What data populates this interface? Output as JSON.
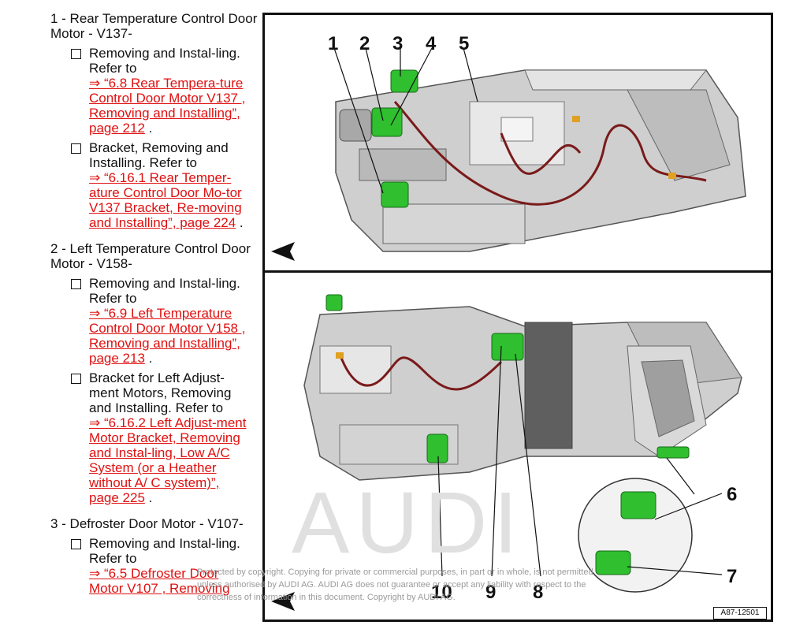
{
  "items": [
    {
      "title": "1 - Rear Temperature Control Door Motor - V137-",
      "subs": [
        {
          "text": "Removing and Instal-ling. Refer to",
          "link": "⇒ “6.8  Rear Tempera-ture Control Door Motor V137 , Removing and Installing”, page 212",
          "end": " ."
        },
        {
          "text": "Bracket, Removing and Installing. Refer to",
          "link": "⇒ “6.16.1 Rear Temper-ature Control Door Mo-tor V137 Bracket, Re-moving and Installing”, page 224",
          "end": " ."
        }
      ]
    },
    {
      "title": "2 - Left Temperature Control Door Motor - V158-",
      "subs": [
        {
          "text": "Removing and Instal-ling. Refer to",
          "link": "⇒ “6.9  Left Temperature Control Door Motor V158 , Removing and Installing”, page 213",
          "end": " ."
        },
        {
          "text": "Bracket for Left Adjust-ment Motors, Removing and Installing. Refer to",
          "link": "⇒ “6.16.2 Left Adjust-ment Motor Bracket, Removing and Instal-ling, Low A/C System (or a Heather without A/ C system)”, page 225",
          "end": " ."
        }
      ]
    },
    {
      "title": "3 - Defroster Door Motor - V107-",
      "subs": [
        {
          "text": "Removing and Instal-ling. Refer to",
          "link": "⇒ “6.5  Defroster Door Motor V107 , Removing",
          "end": ""
        }
      ]
    }
  ],
  "figure": {
    "top_labels": [
      "1",
      "2",
      "3",
      "4",
      "5"
    ],
    "bottom_labels": [
      "6",
      "7",
      "8",
      "9",
      "10"
    ],
    "figure_id": "A87-12501",
    "watermark": "AUDI",
    "copyright": "Protected by copyright. Copying for private or commercial purposes, in part or in whole, is not permitted unless authorised by AUDI AG. AUDI AG does not guarantee or accept any liability with respect to the correctness of information in this document. Copyright by AUDI AG."
  }
}
